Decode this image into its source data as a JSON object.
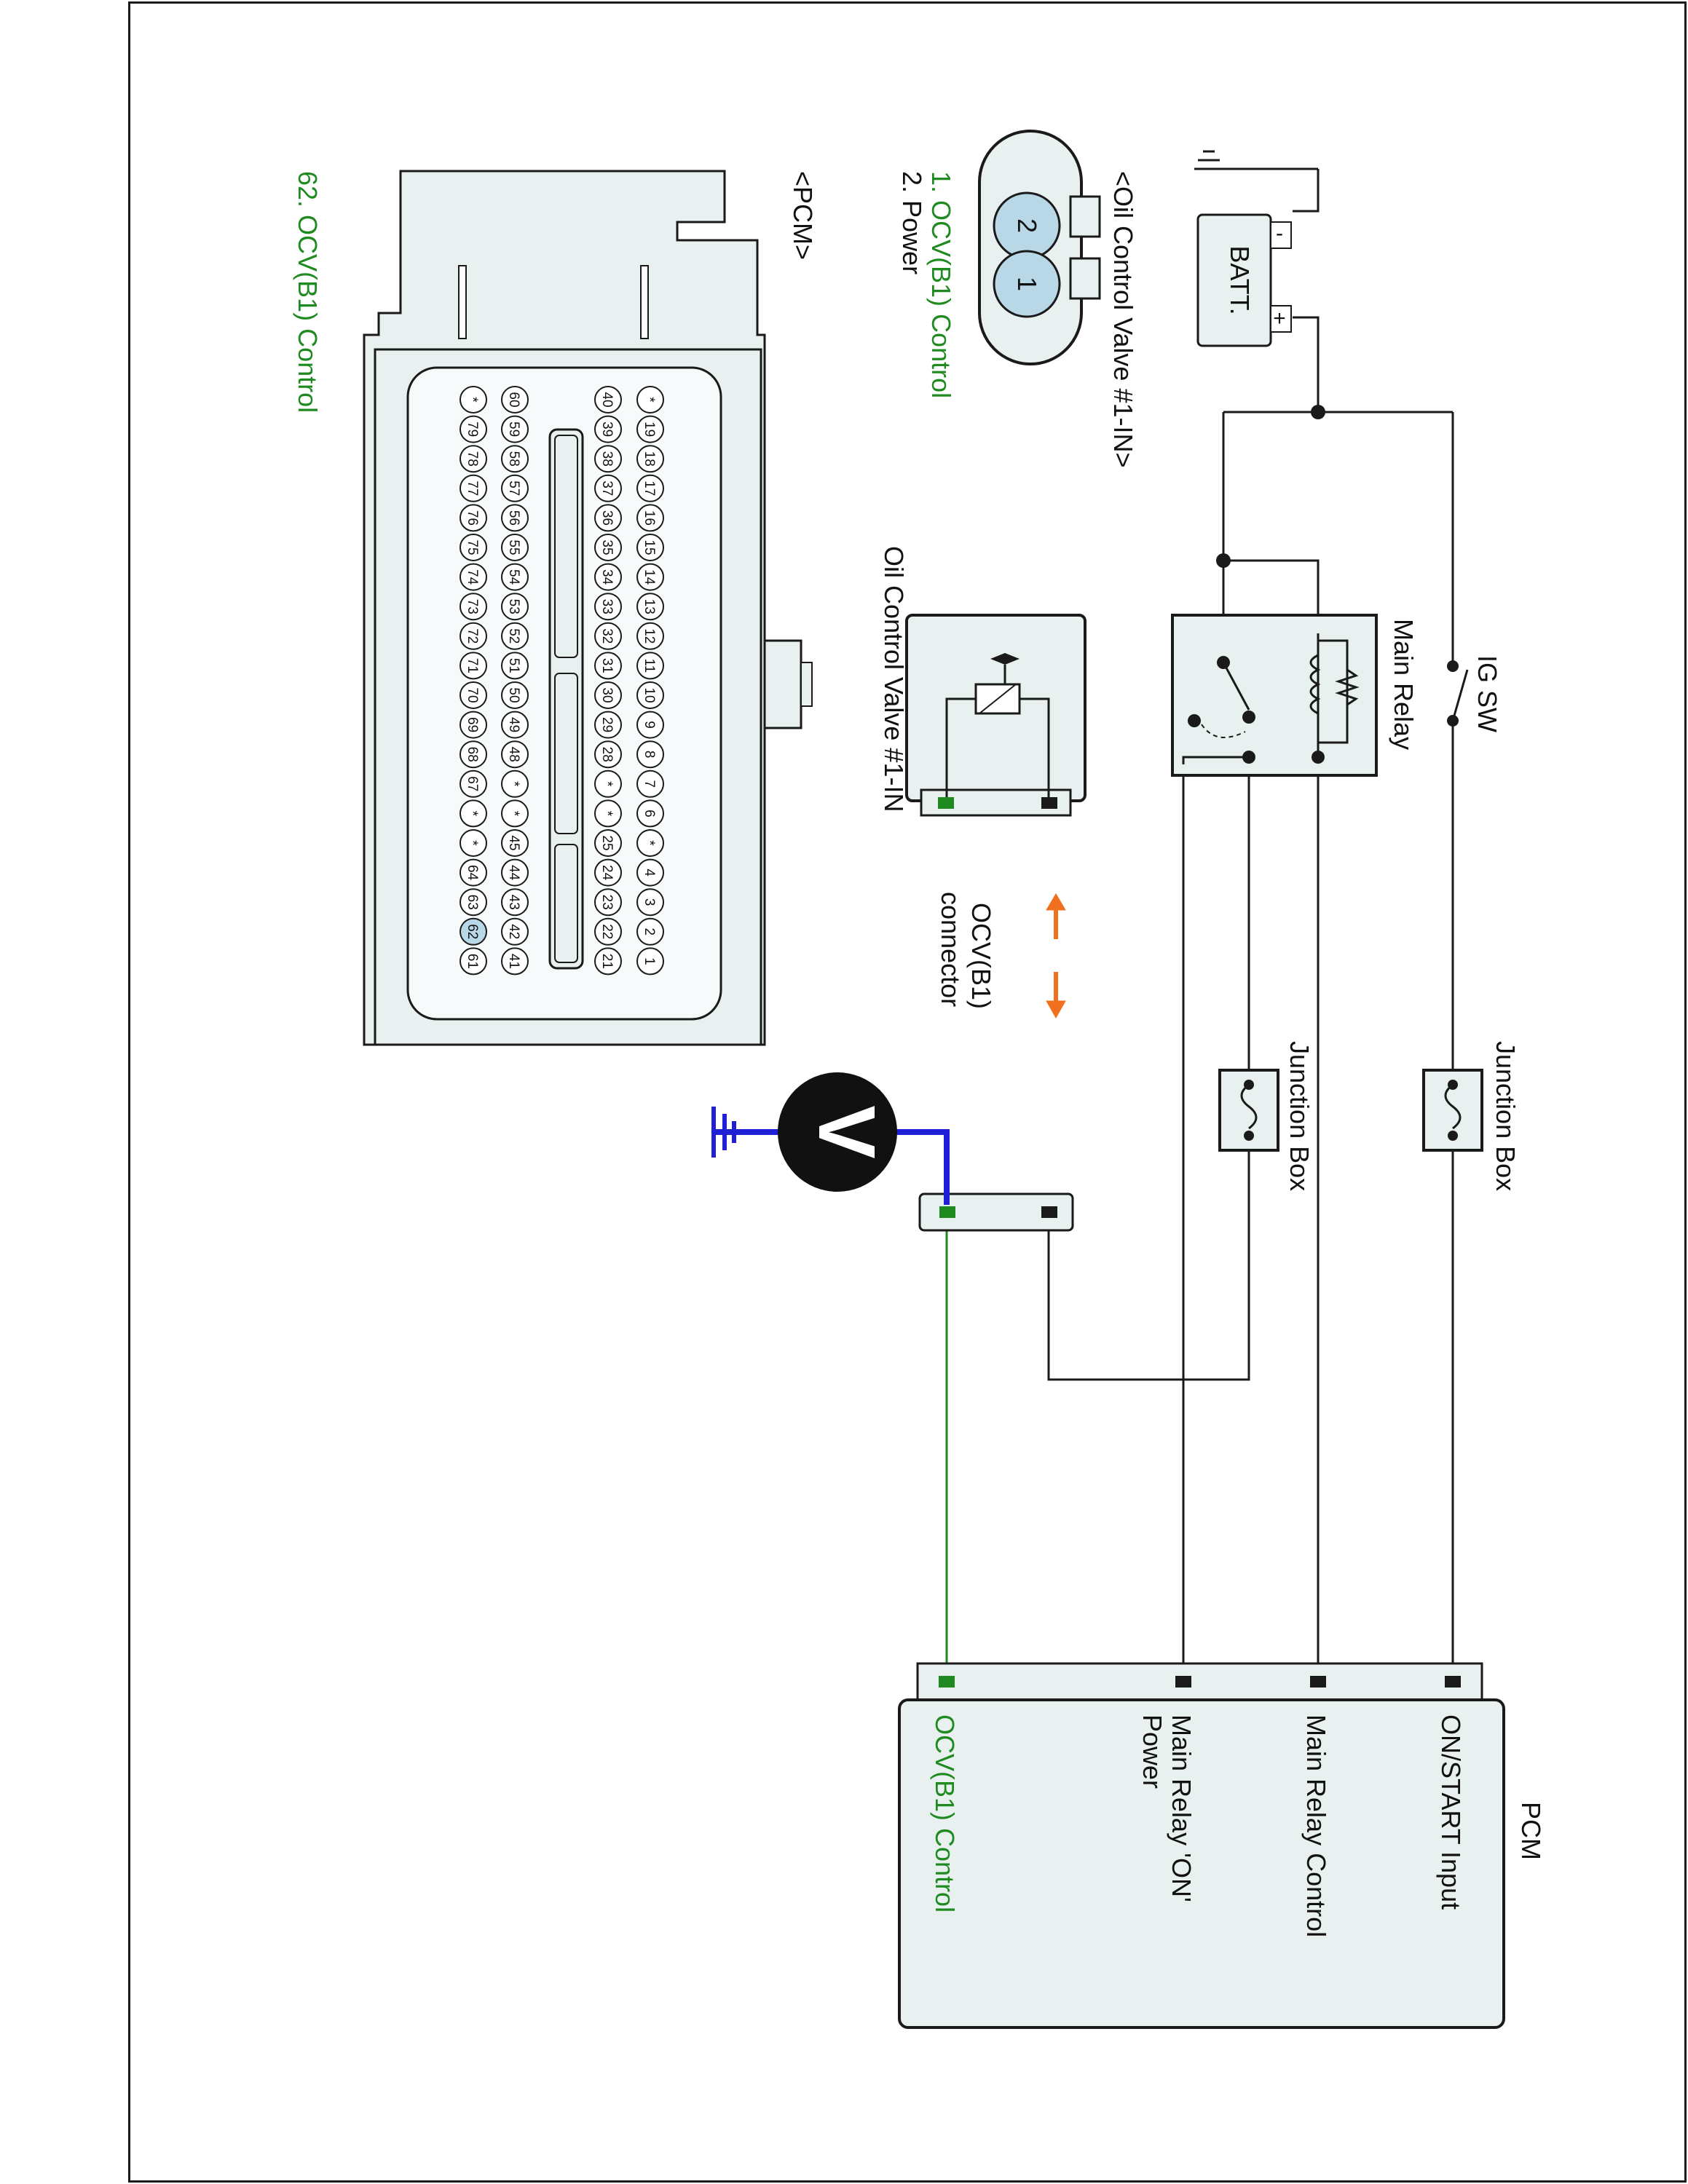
{
  "diagram": {
    "battery": {
      "label": "BATT.",
      "pos": "+",
      "neg": "-"
    },
    "ig_switch": {
      "label": "IG SW"
    },
    "main_relay": {
      "label": "Main Relay"
    },
    "junction_box_1": {
      "label": "Junction Box"
    },
    "junction_box_2": {
      "label": "Junction Box"
    },
    "ocv_component": {
      "label": "Oil Control Valve #1-IN"
    },
    "ocv_connector_note": {
      "line1": "OCV(B1)",
      "line2": "connector"
    },
    "voltmeter": {
      "symbol": "V"
    },
    "pcm_box": {
      "title": "PCM",
      "pins": [
        {
          "label": "ON/START Input",
          "color": "#111111"
        },
        {
          "label": "Main Relay Control",
          "color": "#111111"
        },
        {
          "label_line1": "Main Relay 'ON'",
          "label_line2": "Power",
          "color": "#111111"
        },
        {
          "label": "OCV(B1) Control",
          "color": "#1f8a1f"
        }
      ]
    },
    "ocv_connector": {
      "title": "<Oil Control Valve #1-IN>",
      "pin1": "1",
      "pin2": "2",
      "legend1": "1. OCV(B1) Control",
      "legend2": "2. Power"
    },
    "pcm_connector": {
      "title": "<PCM>",
      "legend": "62. OCV(B1) Control",
      "star": "*",
      "row1": [
        "*",
        "19",
        "18",
        "17",
        "16",
        "15",
        "14",
        "13",
        "12",
        "11",
        "10",
        "9",
        "8",
        "7",
        "6",
        "*",
        "4",
        "3",
        "2",
        "1"
      ],
      "row2": [
        "40",
        "39",
        "38",
        "37",
        "36",
        "35",
        "34",
        "33",
        "32",
        "31",
        "30",
        "29",
        "28",
        "*",
        "*",
        "25",
        "24",
        "23",
        "22",
        "21"
      ],
      "row3": [
        "60",
        "59",
        "58",
        "57",
        "56",
        "55",
        "54",
        "53",
        "52",
        "51",
        "50",
        "49",
        "48",
        "*",
        "*",
        "45",
        "44",
        "43",
        "42",
        "41"
      ],
      "row4": [
        "*",
        "79",
        "78",
        "77",
        "76",
        "75",
        "74",
        "73",
        "72",
        "71",
        "70",
        "69",
        "68",
        "67",
        "*",
        "*",
        "64",
        "63",
        "62",
        "61"
      ],
      "highlight_pin": "62"
    },
    "colors": {
      "wire": "#1a1a1a",
      "meter_lead": "#1f1fd8",
      "ocv_signal": "#1f8a1f",
      "arrow": "#f07020",
      "panel": "#e8f0f0",
      "pin_highlight": "#b8d8e8"
    }
  }
}
